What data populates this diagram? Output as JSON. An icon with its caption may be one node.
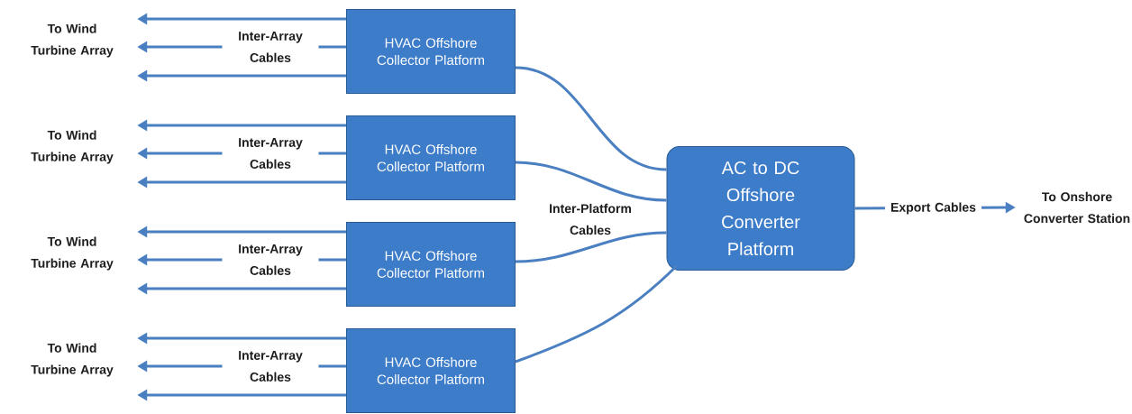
{
  "diagram": {
    "nodes": [
      {
        "text": [
          "HVAC Offshore Collector Platform"
        ]
      },
      {
        "text": [
          "HVAC Offshore Collector Platform"
        ]
      },
      {
        "text": [
          "HVAC Offshore Collector Platform"
        ]
      },
      {
        "text": [
          "HVAC Offshore Collector Platform"
        ]
      },
      {
        "text": [
          "AC to DC Offshore Converter Platform"
        ]
      },
      {
        "text": [
          "To Onshore Converter Station"
        ]
      },
      {
        "text": [
          "To Wind Turbine Array"
        ]
      },
      {
        "text": [
          "To Wind Turbine Array"
        ]
      },
      {
        "text": [
          "To Wind Turbine Array"
        ]
      },
      {
        "text": [
          "To Wind Turbine Array"
        ]
      }
    ],
    "edges": [
      {
        "from": 0,
        "to": 6,
        "arrow": "to"
      },
      {
        "from": 0,
        "to": 6,
        "arrow": "to",
        "label": "Inter-Array Cables"
      },
      {
        "from": 0,
        "to": 6,
        "arrow": "to"
      },
      {
        "from": 1,
        "to": 7,
        "arrow": "to"
      },
      {
        "from": 1,
        "to": 7,
        "arrow": "to",
        "label": "Inter-Array Cables"
      },
      {
        "from": 1,
        "to": 7,
        "arrow": "to"
      },
      {
        "from": 2,
        "to": 8,
        "arrow": "to"
      },
      {
        "from": 2,
        "to": 8,
        "arrow": "to",
        "label": "Inter-Array Cables"
      },
      {
        "from": 2,
        "to": 8,
        "arrow": "to"
      },
      {
        "from": 3,
        "to": 9,
        "arrow": "to"
      },
      {
        "from": 3,
        "to": 9,
        "arrow": "to",
        "label": "Inter-Array Cables"
      },
      {
        "from": 3,
        "to": 9,
        "arrow": "to"
      },
      {
        "from": 0,
        "to": 4,
        "arrow": "none"
      },
      {
        "from": 1,
        "to": 4,
        "arrow": "none"
      },
      {
        "from": 2,
        "to": 4,
        "arrow": "none"
      },
      {
        "from": 3,
        "to": 4,
        "arrow": "none"
      },
      {
        "from": 4,
        "to": 5,
        "arrow": "to",
        "label": "Export Cables"
      }
    ],
    "labels": [
      "Inter-Platform Cables"
    ]
  }
}
